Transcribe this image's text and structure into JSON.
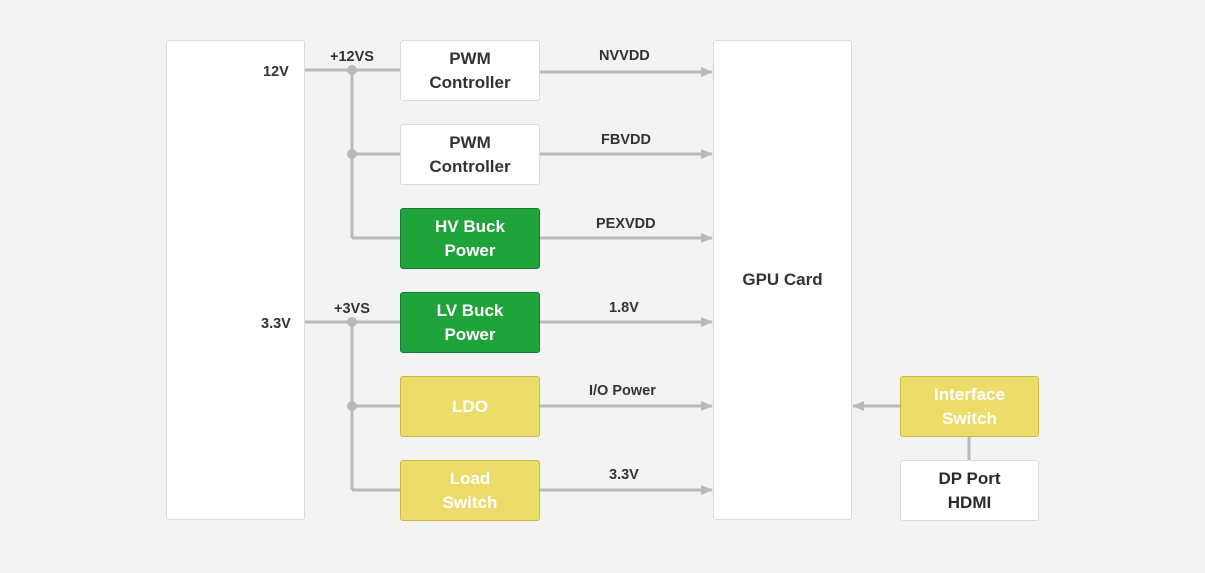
{
  "source": {
    "rail_12v": "12V",
    "rail_3v3": "3.3V"
  },
  "buses": {
    "bus_12vs": "+12VS",
    "bus_3vs": "+3VS"
  },
  "converters": [
    {
      "label": "PWM\nController",
      "output": "NVVDD",
      "style": "white"
    },
    {
      "label": "PWM\nController",
      "output": "FBVDD",
      "style": "white"
    },
    {
      "label": "HV Buck\nPower",
      "output": "PEXVDD",
      "style": "green"
    },
    {
      "label": "LV Buck\nPower",
      "output": "1.8V",
      "style": "green"
    },
    {
      "label": "LDO",
      "output": "I/O Power",
      "style": "yellow"
    },
    {
      "label": "Load\nSwitch",
      "output": "3.3V",
      "style": "yellow"
    }
  ],
  "gpu": {
    "label": "GPU Card"
  },
  "interface_switch": {
    "label": "Interface\nSwitch"
  },
  "ports": {
    "label": "DP Port\nHDMI"
  },
  "colors": {
    "wire": "#b9b9b9",
    "green_fill": "#1fa33b",
    "yellow_fill": "#ecdc6a",
    "white_fill": "#ffffff",
    "text": "#333333"
  }
}
